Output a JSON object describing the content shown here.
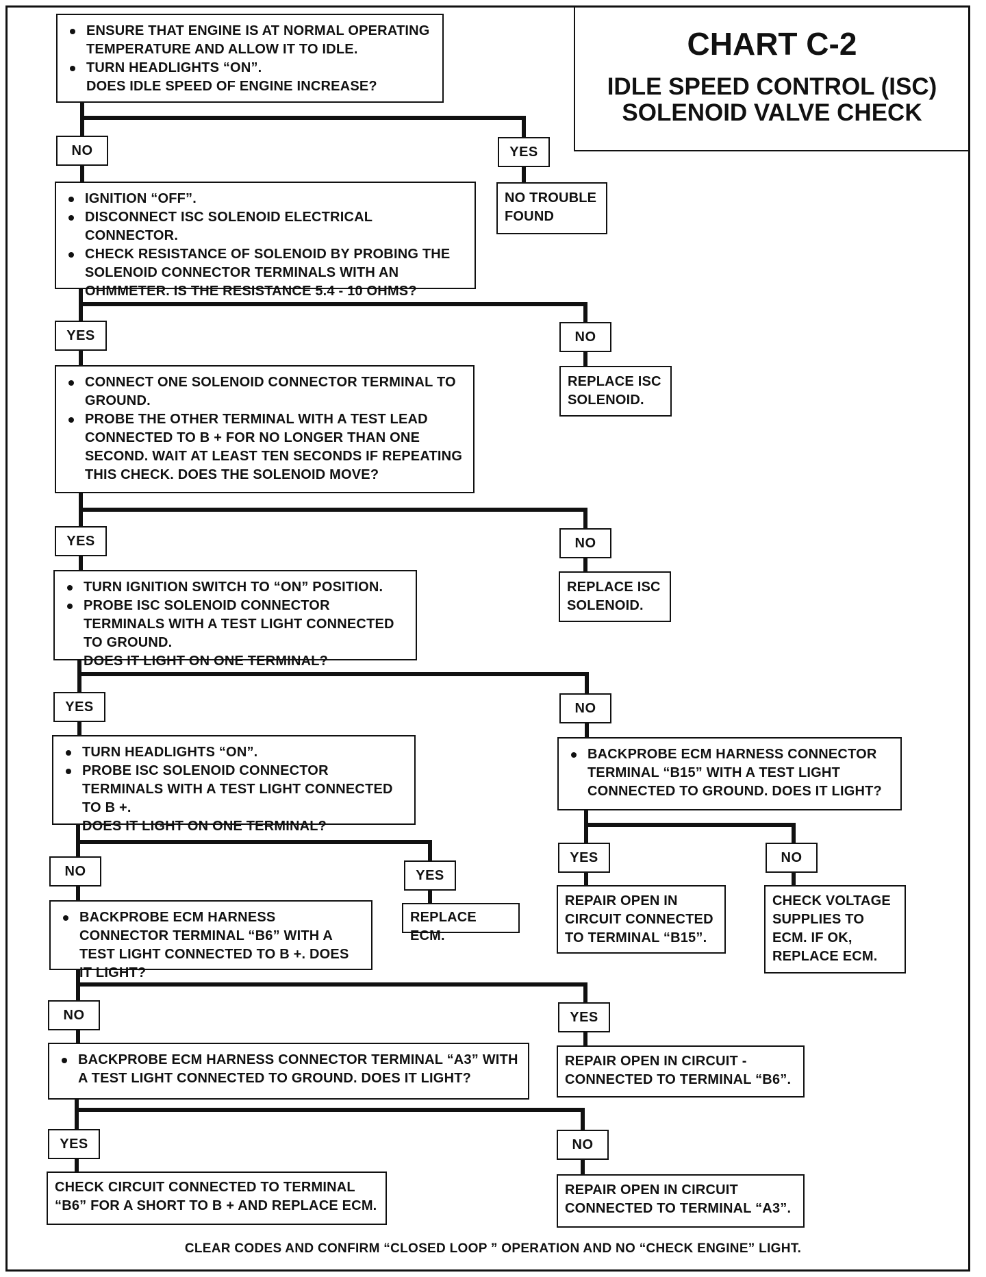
{
  "title": {
    "chart": "CHART C-2",
    "line1": "IDLE SPEED CONTROL (ISC)",
    "line2": "SOLENOID VALVE CHECK"
  },
  "labels": {
    "yes": "YES",
    "no": "NO"
  },
  "boxes": {
    "step1": [
      "ENSURE THAT ENGINE IS AT NORMAL OPERATING TEMPERATURE AND ALLOW IT TO IDLE.",
      "TURN HEADLIGHTS “ON”."
    ],
    "step1_question": "DOES IDLE SPEED OF ENGINE INCREASE?",
    "no_trouble": "NO TROUBLE FOUND",
    "step2": [
      "IGNITION “OFF”.",
      "DISCONNECT ISC SOLENOID ELECTRICAL CONNECTOR.",
      "CHECK RESISTANCE OF SOLENOID BY PROBING THE SOLENOID CONNECTOR TERMINALS WITH AN OHMMETER. IS THE RESISTANCE 5.4 - 10 OHMS?"
    ],
    "replace_isc_1": "REPLACE ISC SOLENOID.",
    "step3": [
      "CONNECT ONE SOLENOID CONNECTOR TERMINAL TO GROUND.",
      "PROBE THE OTHER TERMINAL WITH A TEST LEAD CONNECTED TO B + FOR NO LONGER THAN ONE SECOND. WAIT AT LEAST TEN SECONDS IF REPEATING THIS CHECK. DOES THE SOLENOID MOVE?"
    ],
    "replace_isc_2": "REPLACE ISC SOLENOID.",
    "step4": [
      "TURN IGNITION SWITCH TO “ON” POSITION.",
      "PROBE ISC SOLENOID CONNECTOR TERMINALS WITH A TEST LIGHT CONNECTED TO GROUND."
    ],
    "step4_question": "DOES IT LIGHT ON ONE TERMINAL?",
    "step5": [
      "TURN HEADLIGHTS “ON”.",
      "PROBE ISC SOLENOID CONNECTOR TERMINALS WITH A TEST LIGHT CONNECTED TO B +."
    ],
    "step5_question": "DOES IT LIGHT ON ONE TERMINAL?",
    "b15": [
      "BACKPROBE ECM HARNESS CONNECTOR TERMINAL “B15” WITH A TEST LIGHT CONNECTED TO GROUND. DOES IT LIGHT?"
    ],
    "replace_ecm": "REPLACE ECM.",
    "repair_b15": "REPAIR OPEN IN CIRCUIT CONNECTED TO TERMINAL “B15”.",
    "check_voltage": "CHECK VOLTAGE SUPPLIES TO ECM. IF OK, REPLACE ECM.",
    "b6": [
      "BACKPROBE ECM HARNESS CONNECTOR TERMINAL “B6” WITH A TEST LIGHT CONNECTED TO B +. DOES IT LIGHT?"
    ],
    "repair_b6": "REPAIR OPEN IN CIRCUIT - CONNECTED TO TERMINAL “B6”.",
    "a3": [
      "BACKPROBE ECM HARNESS CONNECTOR TERMINAL “A3” WITH A TEST LIGHT CONNECTED TO GROUND. DOES IT LIGHT?"
    ],
    "check_short": "CHECK CIRCUIT CONNECTED TO TERMINAL “B6” FOR A SHORT TO B + AND REPLACE ECM.",
    "repair_a3": "REPAIR OPEN IN CIRCUIT CONNECTED TO TERMINAL “A3”."
  },
  "footer": "CLEAR CODES AND CONFIRM “CLOSED LOOP ” OPERATION AND NO “CHECK ENGINE” LIGHT."
}
